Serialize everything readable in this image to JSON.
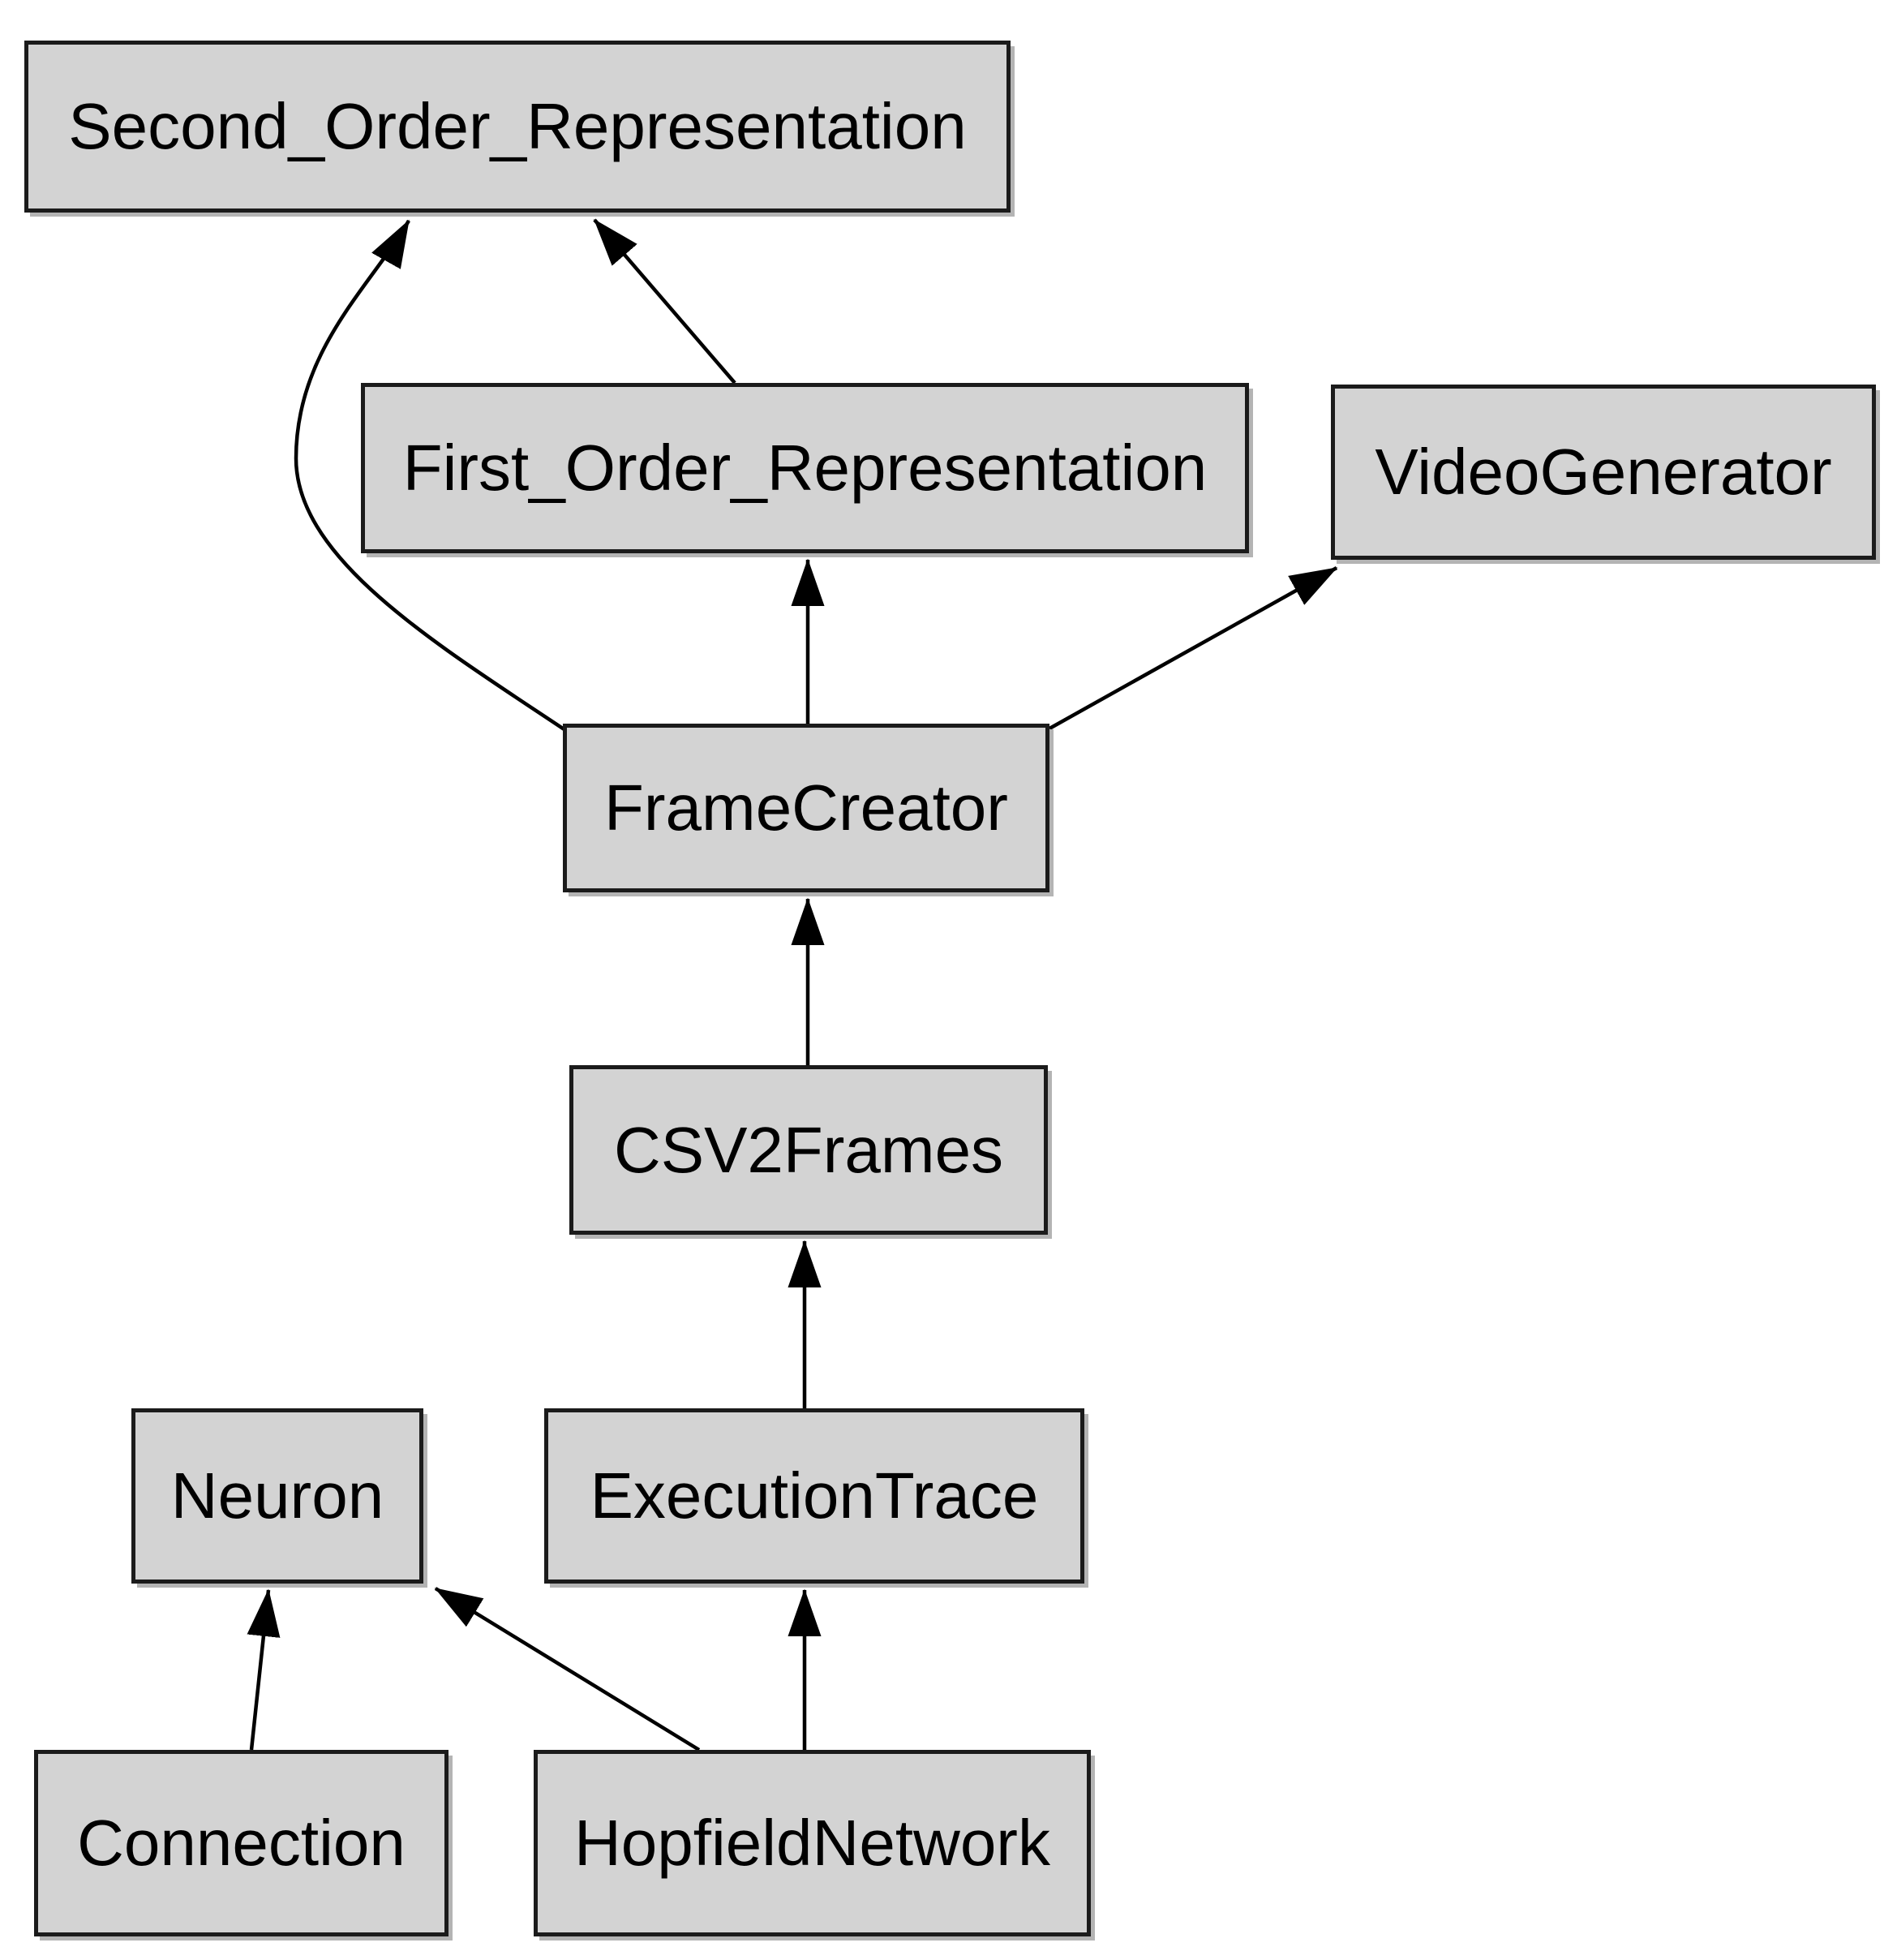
{
  "diagram": {
    "type": "class-dependency-graph",
    "background_color": "#ffffff",
    "node_fill_color": "#d3d3d3",
    "node_border_color": "#1b1b1b",
    "edge_color": "#000000",
    "nodes": [
      {
        "id": "second-order-representation",
        "label": "Second_Order_Representation"
      },
      {
        "id": "first-order-representation",
        "label": "First_Order_Representation"
      },
      {
        "id": "video-generator",
        "label": "VideoGenerator"
      },
      {
        "id": "frame-creator",
        "label": "FrameCreator"
      },
      {
        "id": "csv2frames",
        "label": "CSV2Frames"
      },
      {
        "id": "neuron",
        "label": "Neuron"
      },
      {
        "id": "execution-trace",
        "label": "ExecutionTrace"
      },
      {
        "id": "connection",
        "label": "Connection"
      },
      {
        "id": "hopfield-network",
        "label": "HopfieldNetwork"
      }
    ],
    "edges": [
      {
        "from": "First_Order_Representation",
        "to": "Second_Order_Representation"
      },
      {
        "from": "FrameCreator",
        "to": "Second_Order_Representation"
      },
      {
        "from": "FrameCreator",
        "to": "First_Order_Representation"
      },
      {
        "from": "FrameCreator",
        "to": "VideoGenerator"
      },
      {
        "from": "CSV2Frames",
        "to": "FrameCreator"
      },
      {
        "from": "ExecutionTrace",
        "to": "CSV2Frames"
      },
      {
        "from": "Connection",
        "to": "Neuron"
      },
      {
        "from": "HopfieldNetwork",
        "to": "Neuron"
      },
      {
        "from": "HopfieldNetwork",
        "to": "ExecutionTrace"
      }
    ]
  }
}
